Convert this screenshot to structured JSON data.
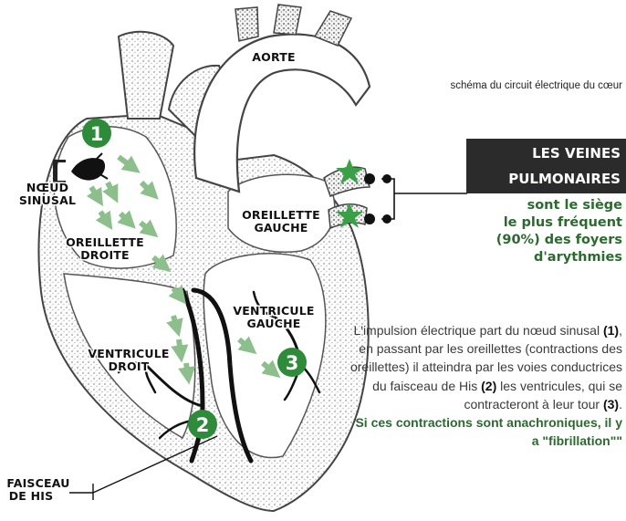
{
  "caption": "schéma du circuit électrique du cœur",
  "labels": {
    "aorte": "AORTE",
    "noeud_line1": "NŒUD",
    "noeud_line2": "SINUSAL",
    "od_line1": "OREILLETTE",
    "od_line2": "DROITE",
    "og_line1": "OREILLETTE",
    "og_line2": "GAUCHE",
    "vg_line1": "VENTRICULE",
    "vg_line2": "GAUCHE",
    "vd_line1": "VENTRICULE",
    "vd_line2": "DROIT",
    "faisceau_line1": "FAISCEAU",
    "faisceau_line2": "DE HIS"
  },
  "markers": {
    "m1": "1",
    "m2": "2",
    "m3": "3"
  },
  "veines": {
    "title_line1": "LES VEINES",
    "title_line2": "PULMONAIRES",
    "sub_line1": "sont le siège",
    "sub_line2": "le plus fréquent",
    "sub_line3": "(90%) des foyers",
    "sub_line4": "d'arythmies"
  },
  "description": {
    "p1": "L'impulsion électrique part du nœud sinusal ",
    "ref1": "(1)",
    "p2": ", en passant par les oreillettes (contractions des oreillettes) il atteindra par les voies conductrices du faisceau de His ",
    "ref2": "(2)",
    "p3": " les ventricules, qui se contracteront à leur tour ",
    "ref3": "(3)",
    "p4": ".",
    "warning": "Si ces contractions sont anachroniques, il y a \"fibrillation\"\""
  },
  "colors": {
    "marker_green": "#2e8b3a",
    "arrow_green": "#8cbf8c",
    "box_dark": "#2b2b2b",
    "text_green": "#2b6a2e"
  }
}
